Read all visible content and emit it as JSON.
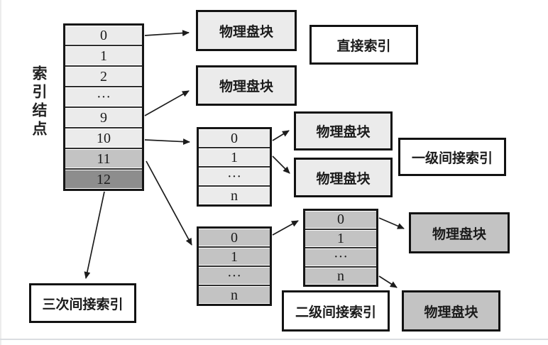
{
  "inode": {
    "label": "索引结点",
    "rows": [
      "0",
      "1",
      "2",
      "···",
      "9",
      "10",
      "11",
      "12"
    ]
  },
  "annotations": {
    "direct": "直接索引",
    "single_indirect": "一级间接索引",
    "double_indirect": "二级间接索引",
    "triple_indirect": "三次间接索引"
  },
  "block_label": "物理盘块",
  "single_table": {
    "rows": [
      "0",
      "1",
      "···",
      "n"
    ]
  },
  "double_table_l1": {
    "rows": [
      "0",
      "1",
      "···",
      "n"
    ]
  },
  "double_table_l2": {
    "rows": [
      "0",
      "1",
      "···",
      "n"
    ]
  },
  "colors": {
    "light": "#ebebeb",
    "medium": "#c3c3c3",
    "dark": "#8d8d8d",
    "border": "#161616",
    "arrow": "#1c1c1c"
  }
}
